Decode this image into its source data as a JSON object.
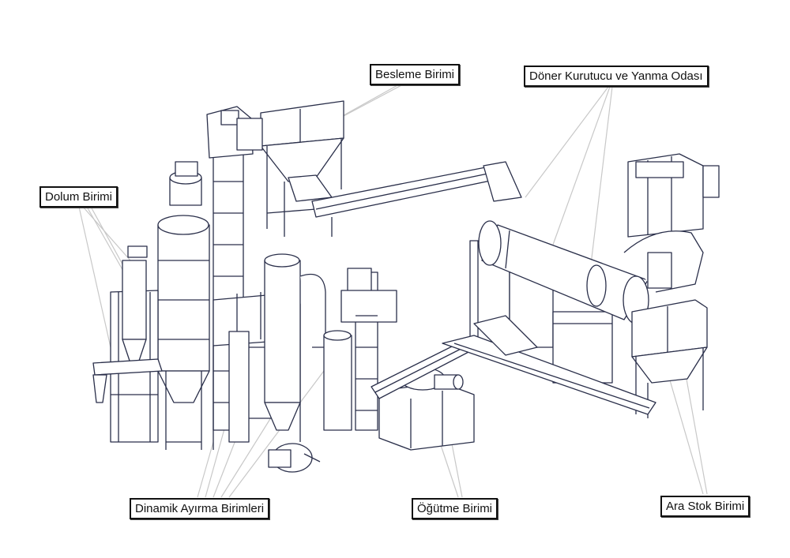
{
  "labels": {
    "besleme": "Besleme Birimi",
    "doner": "Döner Kurutucu ve Yanma Odası",
    "dolum": "Dolum Birimi",
    "dinamik": "Dinamik Ayırma Birimleri",
    "ogutme": "Öğütme Birimi",
    "arastok": "Ara Stok Birimi"
  },
  "colors": {
    "line": "#2a2f4a",
    "leader": "#c8c8c8",
    "label_border": "#111111",
    "background": "#ffffff"
  }
}
